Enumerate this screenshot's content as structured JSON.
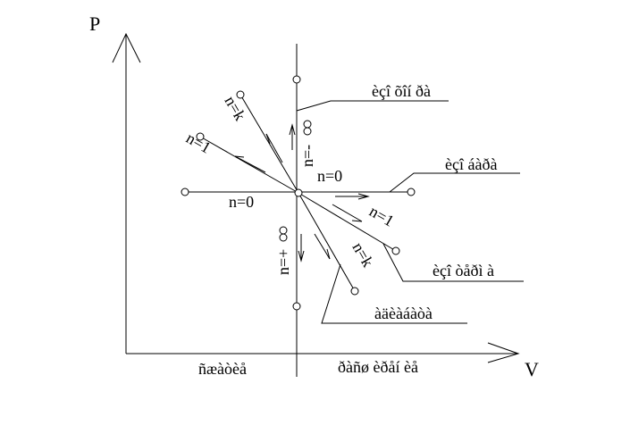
{
  "axes": {
    "y_label": "P",
    "x_label": "V"
  },
  "regions": {
    "compression": "ñæàòèå",
    "expansion": "ðàñø èðåí èå"
  },
  "callouts": {
    "isochore": "èçî õîí ðà",
    "isobar": "èçî áàðà",
    "isotherm": "èçî òåðì à",
    "adiabat": "àäèàáàòà"
  },
  "process_labels": {
    "n_k_upper": "n=k",
    "n_1_upper": "n=1",
    "n_minus_inf": "n=-",
    "n_0_right": "n=0",
    "n_0_left": "n=0",
    "n_1_lower": "n=1",
    "n_plus_inf": "n=+",
    "n_k_lower": "n=k"
  }
}
